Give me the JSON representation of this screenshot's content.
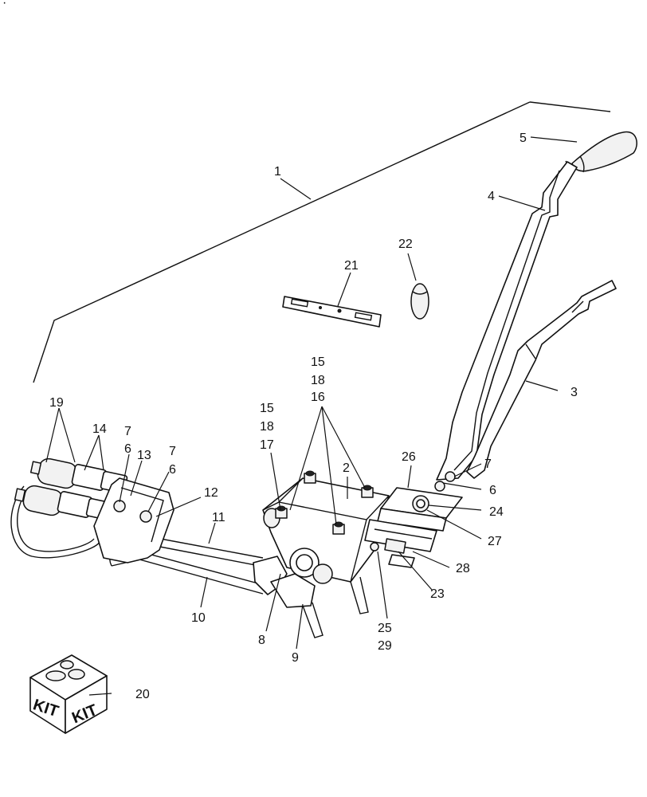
{
  "corner_mark": "·",
  "callouts": {
    "c1": "1",
    "c2": "2",
    "c3": "3",
    "c4": "4",
    "c5": "5",
    "c6a": "6",
    "c6b": "6",
    "c6c": "6",
    "c7a": "7",
    "c7b": "7",
    "c7c": "7",
    "c8": "8",
    "c9": "9",
    "c10": "10",
    "c11": "11",
    "c12": "12",
    "c13": "13",
    "c14": "14",
    "c15a": "15",
    "c18a": "18",
    "c16": "16",
    "c15b": "15",
    "c18b": "18",
    "c17": "17",
    "c19": "19",
    "c20": "20",
    "c21": "21",
    "c22": "22",
    "c23": "23",
    "c24": "24",
    "c25": "25",
    "c29": "29",
    "c26": "26",
    "c27": "27",
    "c28": "28"
  },
  "kit_box": {
    "left_face": "KIT",
    "right_face": "KIT"
  },
  "colors": {
    "line": "#111111",
    "background": "#ffffff"
  }
}
